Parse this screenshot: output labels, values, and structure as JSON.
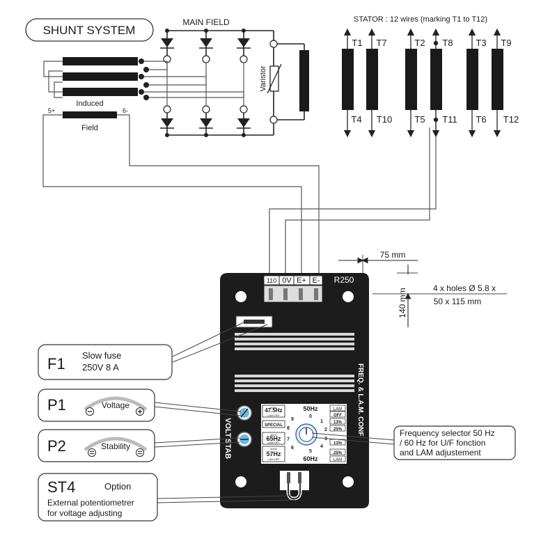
{
  "title": "SHUNT SYSTEM",
  "main_field": "MAIN FIELD",
  "varistor": "Varistor",
  "induced": "Induced",
  "field": "Field",
  "field_plus": "5+",
  "field_minus": "6-",
  "stator_caption": "STATOR : 12 wires (marking T1 to T12)",
  "terminals_top": [
    "T1",
    "T7",
    "T2",
    "T8",
    "T3",
    "T9"
  ],
  "terminals_bottom": [
    "T4",
    "T10",
    "T5",
    "T11",
    "T6",
    "T12"
  ],
  "regulator": {
    "model": "R250",
    "terminals": [
      "110",
      "0V",
      "E+",
      "E-"
    ],
    "stab_label": "STAB",
    "volt_label": "VOLT",
    "freq_label": "FREQ. & L.A.M. CONF",
    "selector_left": [
      {
        "small": "50Hz",
        "freq": "47.5Hz",
        "sub": "LAM OFF"
      },
      {
        "small": "",
        "freq": "SPECIAL",
        "sub": ""
      },
      {
        "small": "60Hz",
        "freq": "65Hz",
        "sub": "LAM OFF"
      },
      {
        "small": "60Hz",
        "freq": "57Hz",
        "sub": "LAM OFF"
      }
    ],
    "selector_top": "50Hz",
    "selector_bottom": "60Hz",
    "selector_right": [
      "LAM",
      "OFF",
      "13%",
      "25%",
      "13%",
      "25%",
      "LAM"
    ],
    "dial_numbers": [
      "0",
      "1",
      "2",
      "3",
      "4",
      "5",
      "6",
      "7",
      "8",
      "9"
    ]
  },
  "dimensions": {
    "width": "75 mm",
    "height": "140 mm",
    "holes_line1": "4 x holes Ø 5.8 x",
    "holes_line2": "50 x 115 mm"
  },
  "callouts": {
    "f1": {
      "tag": "F1",
      "line1": "Slow fuse",
      "line2": "250V 8 A"
    },
    "p1": {
      "tag": "P1",
      "knob": "Voltage"
    },
    "p2": {
      "tag": "P2",
      "knob": "Stability"
    },
    "st4": {
      "tag": "ST4",
      "option": "Option",
      "line1": "External potentiometrer",
      "line2": "for voltage adjusting"
    },
    "freq": {
      "line1": "Frequency selector 50 Hz",
      "line2": "/ 60 Hz for U/F fonction",
      "line3": "and LAM adjustement"
    }
  },
  "colors": {
    "ink": "#1a1a1a",
    "board": "#1c1c1c",
    "wire": "#555555"
  }
}
